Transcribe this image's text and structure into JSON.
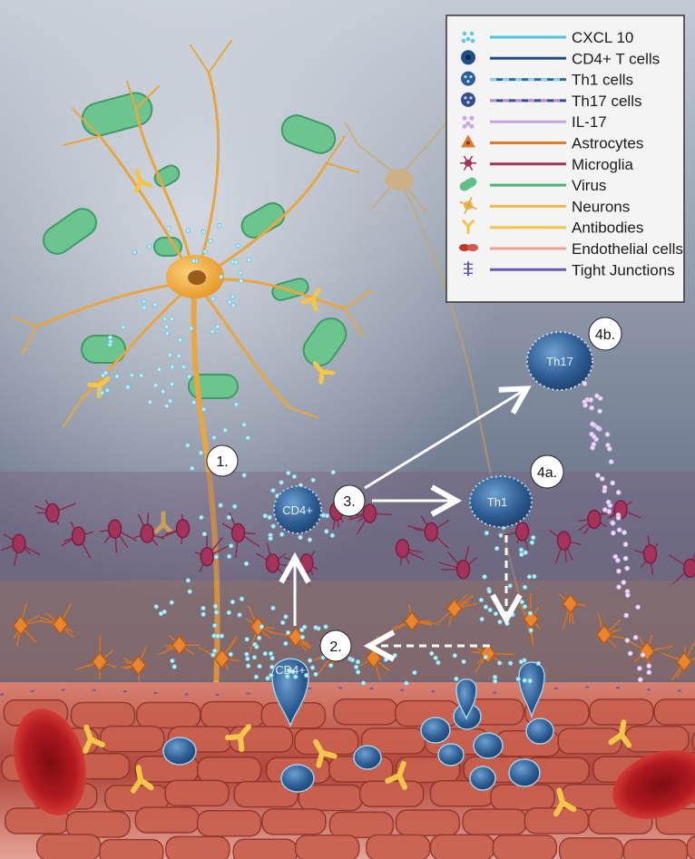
{
  "legend": {
    "items": [
      {
        "label": "CXCL 10",
        "line_color": "#4fc3d9",
        "dash": false,
        "icon": "cxcl10-dots-icon"
      },
      {
        "label": "CD4+ T cells",
        "line_color": "#1f4f86",
        "dash": false,
        "icon": "cd4-tcell-icon"
      },
      {
        "label": "Th1 cells",
        "line_color": "#2f6aa5",
        "dash": true,
        "dash_color": "#8fd0e8",
        "icon": "th1-cell-icon"
      },
      {
        "label": "Th17 cells",
        "line_color": "#2f4f8f",
        "dash": true,
        "dash_color": "#b58fd0",
        "icon": "th17-cell-icon"
      },
      {
        "label": "IL-17",
        "line_color": "#c7a6e0",
        "dash": false,
        "icon": "il17-dots-icon"
      },
      {
        "label": "Astrocytes",
        "line_color": "#e07a2a",
        "dash": false,
        "icon": "astrocyte-icon"
      },
      {
        "label": "Microglia",
        "line_color": "#a3335a",
        "dash": false,
        "icon": "microglia-icon"
      },
      {
        "label": "Virus",
        "line_color": "#4fb07a",
        "dash": false,
        "icon": "virus-icon"
      },
      {
        "label": "Neurons",
        "line_color": "#f2b84a",
        "dash": false,
        "icon": "neuron-icon"
      },
      {
        "label": "Antibodies",
        "line_color": "#f3c64a",
        "dash": false,
        "icon": "antibody-icon"
      },
      {
        "label": "Endothelial cells",
        "line_color": "#f0a090",
        "dash": false,
        "icon": "endothelial-cells-icon"
      },
      {
        "label": "Tight Junctions",
        "line_color": "#6a5aa8",
        "dash": false,
        "icon": "tight-junction-icon"
      }
    ]
  },
  "steps": {
    "s1": "1.",
    "s2": "2.",
    "s3": "3.",
    "s4a": "4a.",
    "s4b": "4b."
  },
  "cells": {
    "cd4_top": "CD4+",
    "cd4_bottom": "CD4+",
    "th1": "Th1",
    "th17": "Th17"
  },
  "colors": {
    "background_top": "#b7bfcc",
    "background_mid": "#7f8a9d",
    "neuron": "#f2b84a",
    "virus": "#5fc08a",
    "microglia": "#9c2e55",
    "astrocyte": "#e9842f",
    "endothelium": "#c45a4a",
    "rbc": "#a3161c",
    "tcell": "#2f5f96",
    "cxcl10": "#9fe0f0",
    "il17": "#d9c6ef"
  }
}
